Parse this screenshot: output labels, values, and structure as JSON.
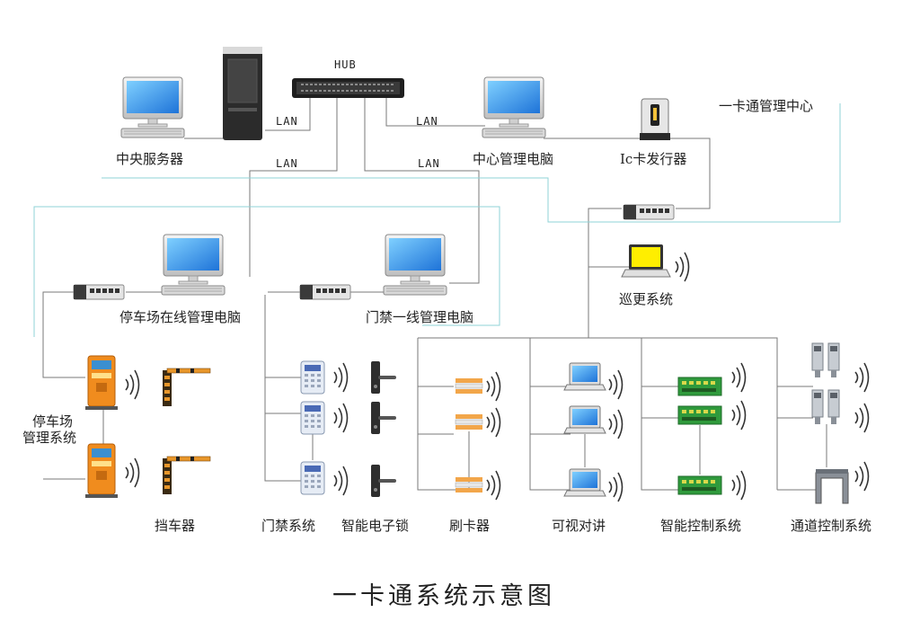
{
  "title": "一卡通系统示意图",
  "labels": {
    "hub": "HUB",
    "lan": "LAN",
    "central_server": "中央服务器",
    "center_pc": "中心管理电脑",
    "ic_issuer": "Ic卡发行器",
    "mgmt_center": "一卡通管理中心",
    "patrol": "巡更系统",
    "parking_pc": "停车场在线管理电脑",
    "door_pc": "门禁一线管理电脑",
    "parking_sys_1": "停车场",
    "parking_sys_2": "管理系统",
    "barrier": "挡车器",
    "door_sys": "门禁系统",
    "smart_lock": "智能电子锁",
    "card_reader": "刷卡器",
    "intercom": "可视对讲",
    "smart_ctrl": "智能控制系统",
    "channel_ctrl": "通道控制系统"
  },
  "colors": {
    "screen": "#1e90e6",
    "screen_light": "#7fd0ff",
    "patrol_screen": "#ffee00",
    "kiosk_orange": "#f08c1e",
    "kiosk_blue": "#3b8fd0",
    "board_green": "#2f9a3c",
    "barrier_orange": "#e8962a",
    "teal_wire": "#8fd3d7",
    "gray_wire": "#7a7a7a"
  },
  "icons": {
    "desktop_pc": "monitor-keyboard-icon",
    "tower_server": "tower-server-icon",
    "hub": "network-hub-icon",
    "switch": "network-switch-icon",
    "card_issuer": "card-issuer-icon",
    "laptop": "laptop-icon",
    "kiosk": "parking-kiosk-icon",
    "barrier": "barrier-gate-icon",
    "keypad": "door-keypad-icon",
    "lock": "door-lock-icon",
    "reader": "card-reader-icon",
    "controller": "control-board-icon",
    "turnstile": "turnstile-icon",
    "metal_gate": "metal-gate-icon",
    "signal": "wireless-signal-icon"
  }
}
